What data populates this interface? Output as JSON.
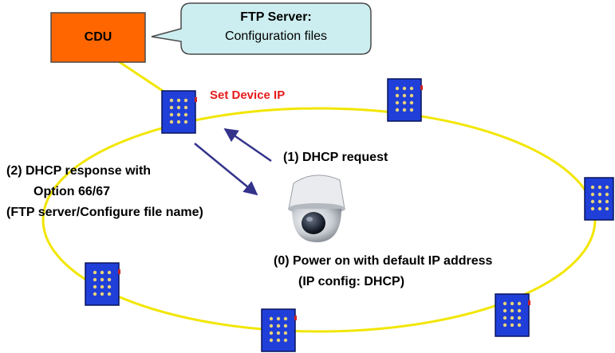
{
  "cdu": {
    "label": "CDU"
  },
  "ftp_callout": {
    "title": "FTP Server:",
    "subtitle": "Configuration files"
  },
  "set_ip_label": "Set Device IP",
  "steps": {
    "request": "(1) DHCP request",
    "response_line1": "(2) DHCP response with",
    "response_line2": "Option 66/67",
    "response_line3": "(FTP server/Configure file name)",
    "power_line1": "(0) Power on with default IP address",
    "power_line2": "(IP config: DHCP)"
  },
  "icons": {
    "device": "keypad-device-icon",
    "camera": "dome-camera-icon",
    "arrow_up": "arrow-up-left-icon",
    "arrow_down": "arrow-down-right-icon"
  },
  "colors": {
    "cdu_fill": "#ff6600",
    "callout_fill": "#cdeef0",
    "ring": "#f2e600",
    "arrow": "#33338c",
    "device_fill": "#1f3fd8",
    "accent_red": "#e51a1a"
  }
}
